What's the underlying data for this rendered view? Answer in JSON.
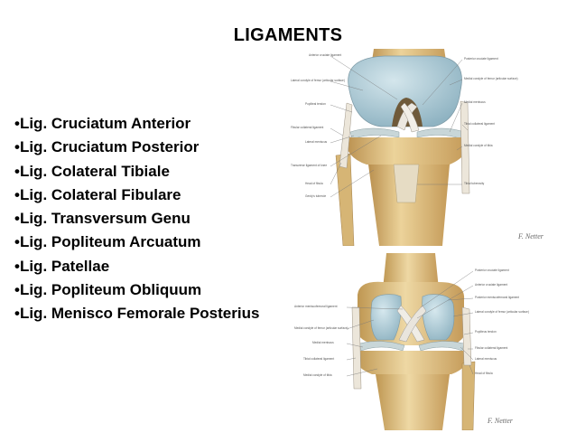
{
  "slide": {
    "title": "LIGAMENTS",
    "bullets": [
      "•Lig. Cruciatum Anterior",
      "•Lig. Cruciatum Posterior",
      "•Lig. Colateral Tibiale",
      "•Lig. Colateral Fibulare",
      "•Lig. Transversum Genu",
      "•Lig. Popliteum Arcuatum",
      "•Lig. Patellae",
      "•Lig. Popliteum Obliquum",
      "•Lig. Menisco Femorale Posterius"
    ]
  },
  "figures": {
    "anterior_view": {
      "labels_left": [
        "Anterior cruciate ligament",
        "Lateral condyle of femur (articular surface)",
        "Popliteal tendon",
        "Fibular collateral ligament",
        "Lateral meniscus",
        "Transverse ligament of knee",
        "Head of fibula",
        "Gerdy's tubercle"
      ],
      "labels_right": [
        "Posterior cruciate ligament",
        "Medial condyle of femur (articular surface)",
        "Medial meniscus",
        "Tibial collateral ligament",
        "Medial condyle of tibia",
        "Tibial tuberosity"
      ],
      "signature": "F. Netter"
    },
    "posterior_view": {
      "labels_left": [
        "Anterior meniscofemoral ligament",
        "Medial condyle of femur (articular surface)",
        "Medial meniscus",
        "Tibial collateral ligament",
        "Medial condyle of tibia"
      ],
      "labels_right": [
        "Posterior cruciate ligament",
        "Anterior cruciate ligament",
        "Posterior meniscofemoral ligament",
        "Lateral condyle of femur (articular surface)",
        "Popliteus tendon",
        "Fibular collateral ligament",
        "Lateral meniscus",
        "Head of fibula"
      ],
      "signature": "F. Netter"
    }
  },
  "colors": {
    "bone": "#e3c98a",
    "bone_shade": "#c9a25e",
    "cartilage": "#a9c8d4",
    "ligament": "#e8e4dc"
  }
}
